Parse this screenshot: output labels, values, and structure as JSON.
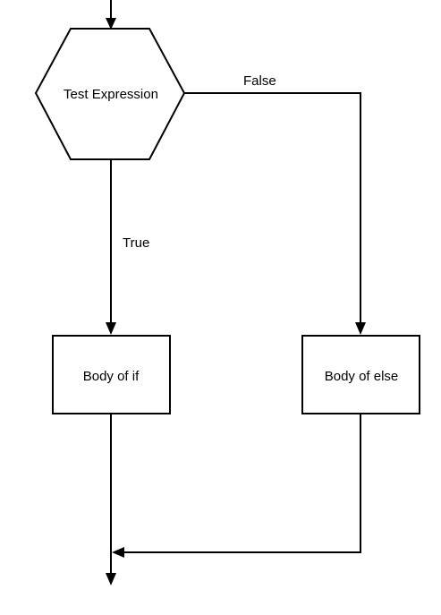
{
  "diagram": {
    "nodes": {
      "test": {
        "label": "Test Expression",
        "shape": "hexagon"
      },
      "if_body": {
        "label": "Body of if",
        "shape": "rectangle"
      },
      "else_body": {
        "label": "Body of else",
        "shape": "rectangle"
      }
    },
    "edges": {
      "true_label": "True",
      "false_label": "False"
    },
    "colors": {
      "stroke": "#000000",
      "fill": "#ffffff",
      "background": "#ffffff"
    }
  }
}
